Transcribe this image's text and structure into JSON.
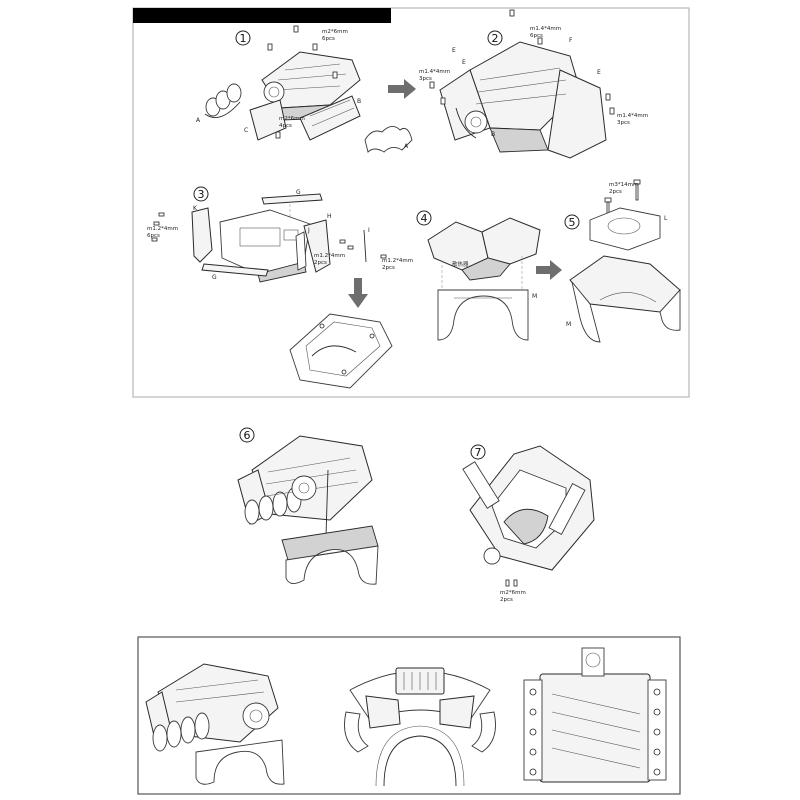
{
  "header_bar": {
    "color": "#000000"
  },
  "steps": [
    {
      "number": "1",
      "callouts": [
        {
          "text": "m2*6mm"
        },
        {
          "text": "6pcs"
        },
        {
          "text": "m2*6mm"
        },
        {
          "text": "4pcs"
        }
      ],
      "tags": [
        "A",
        "B",
        "C",
        "A"
      ]
    },
    {
      "number": "2",
      "callouts": [
        {
          "text": "m1.4*4mm"
        },
        {
          "text": "6pcs"
        },
        {
          "text": "m1.4*4mm"
        },
        {
          "text": "3pcs"
        },
        {
          "text": "m1.4*4mm"
        },
        {
          "text": "3pcs"
        }
      ],
      "tags": [
        "E",
        "E",
        "F",
        "E",
        "B"
      ]
    },
    {
      "number": "3",
      "callouts": [
        {
          "text": "m1.2*4mm"
        },
        {
          "text": "6pcs"
        },
        {
          "text": "m1.2*4mm"
        },
        {
          "text": "2pcs"
        },
        {
          "text": "m1.2*4mm"
        },
        {
          "text": "2pcs"
        }
      ],
      "tags": [
        "K",
        "G",
        "H",
        "J",
        "I",
        "G"
      ]
    },
    {
      "number": "4",
      "label_cn": "散热器",
      "tags": [
        "M"
      ]
    },
    {
      "number": "5",
      "callouts": [
        {
          "text": "m3*14mm"
        },
        {
          "text": "2pcs"
        }
      ],
      "tags": [
        "L",
        "M"
      ]
    },
    {
      "number": "6"
    },
    {
      "number": "7",
      "callouts": [
        {
          "text": "m2*6mm"
        },
        {
          "text": "2pcs"
        }
      ]
    }
  ],
  "icons": {
    "flow_arrow": "arrow-right-icon",
    "down_arrow": "arrow-down-icon"
  }
}
